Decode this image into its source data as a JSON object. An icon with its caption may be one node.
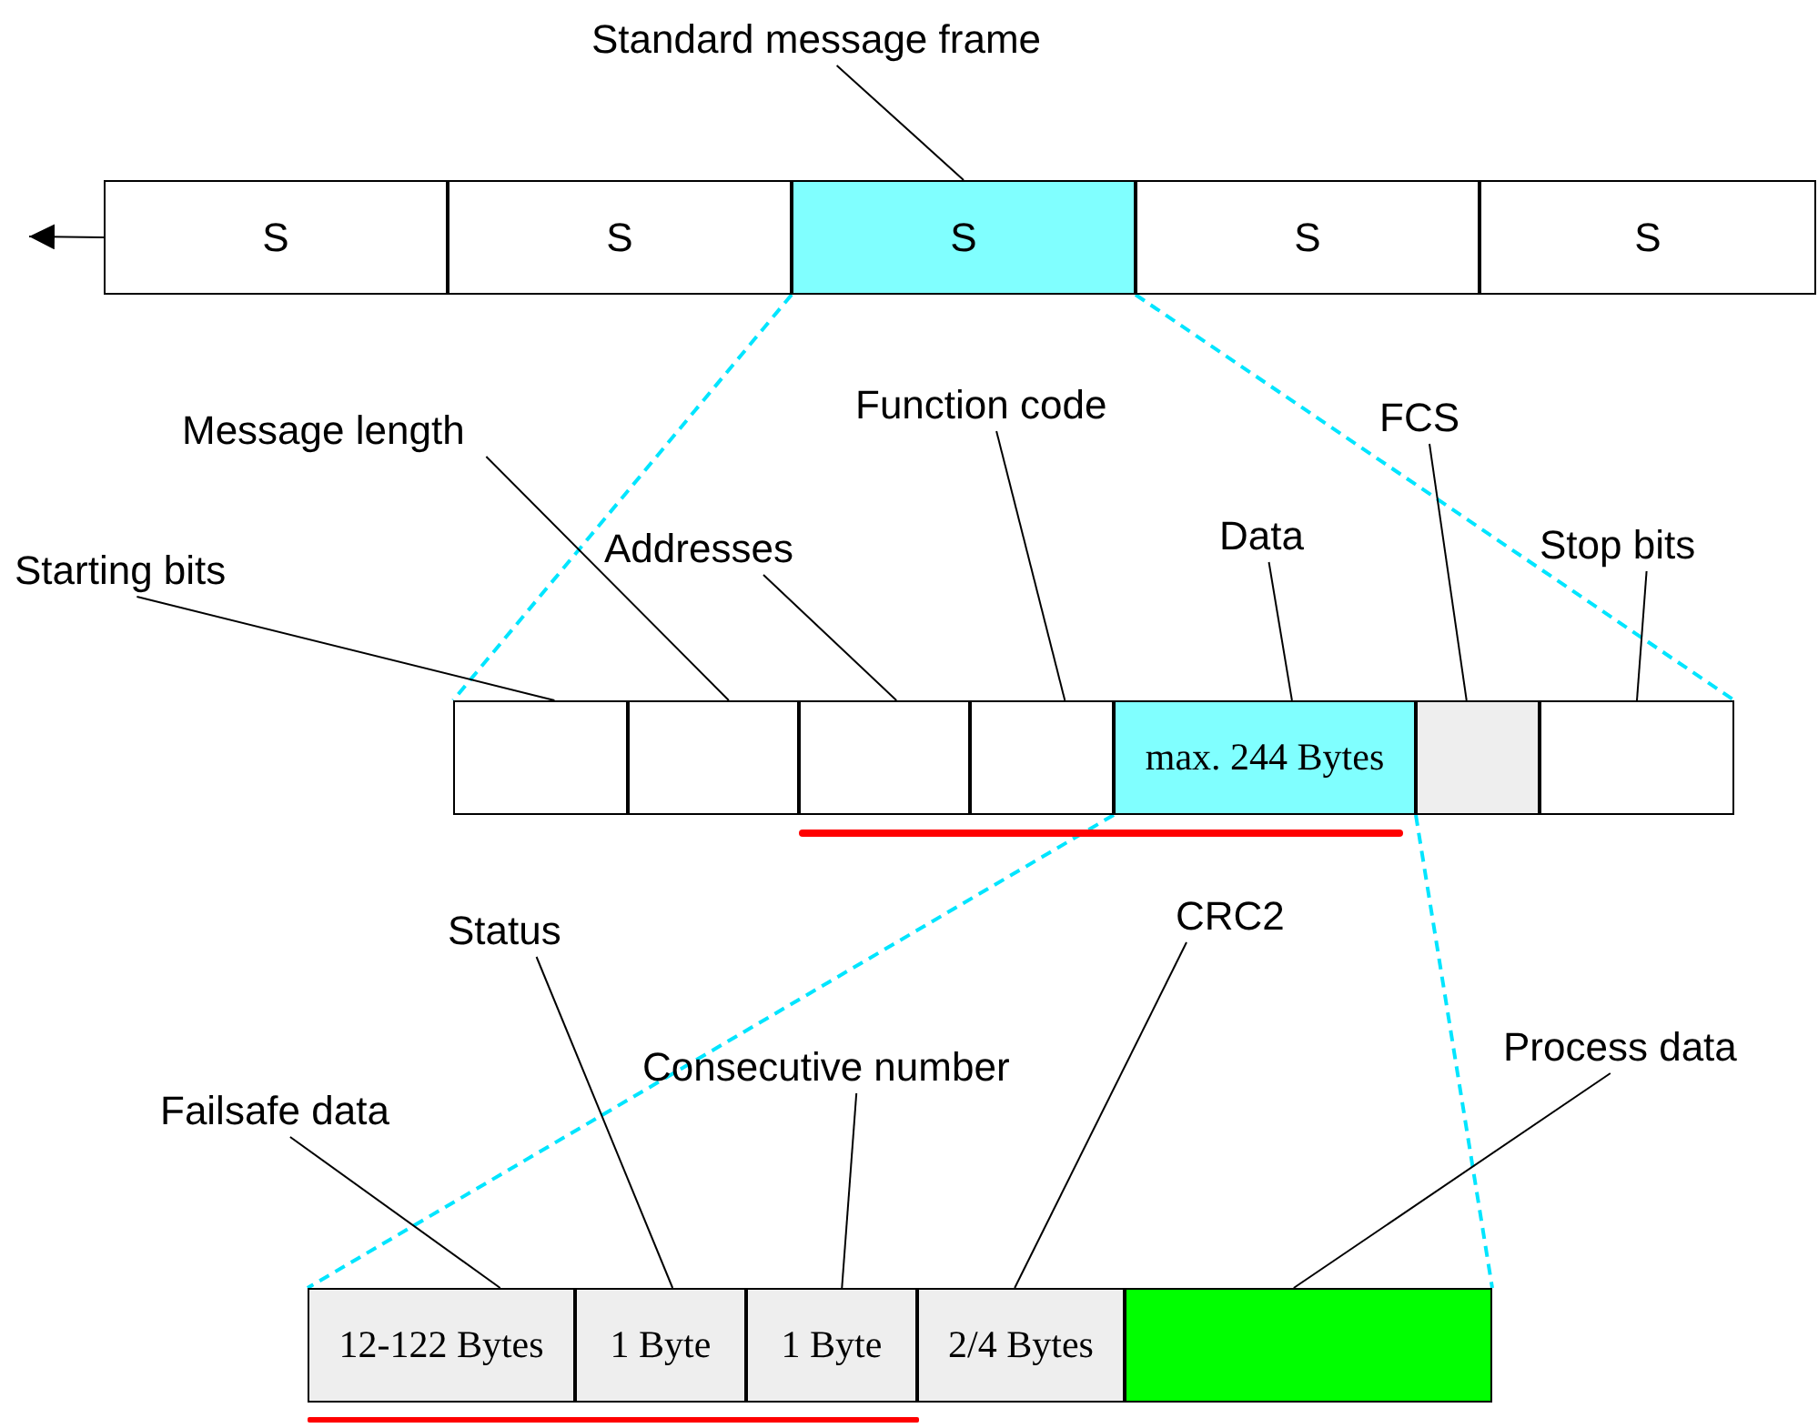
{
  "diagram": {
    "nodes": [
      {
        "text": [
          "Standard message frame"
        ]
      },
      {
        "text": [
          "S"
        ]
      },
      {
        "text": [
          "S"
        ]
      },
      {
        "text": [
          "S"
        ]
      },
      {
        "text": [
          "S"
        ]
      },
      {
        "text": [
          "S"
        ]
      },
      {
        "text": [
          "Message length"
        ]
      },
      {
        "text": [
          "Function code"
        ]
      },
      {
        "text": [
          "FCS"
        ]
      },
      {
        "text": [
          "Addresses"
        ]
      },
      {
        "text": [
          "Data"
        ]
      },
      {
        "text": [
          "Stop bits"
        ]
      },
      {
        "text": [
          "Starting bits"
        ]
      },
      {
        "text": [],
        "shape": "box"
      },
      {
        "text": [],
        "shape": "box"
      },
      {
        "text": [],
        "shape": "box"
      },
      {
        "text": [],
        "shape": "box"
      },
      {
        "text": [
          "max. 244 Bytes"
        ]
      },
      {
        "text": [],
        "shape": "box"
      },
      {
        "text": [],
        "shape": "box"
      },
      {
        "text": [
          "Status"
        ]
      },
      {
        "text": [
          "CRC2"
        ]
      },
      {
        "text": [
          "Consecutive number"
        ]
      },
      {
        "text": [
          "Process data"
        ]
      },
      {
        "text": [
          "Failsafe data"
        ]
      },
      {
        "text": [
          "12-122 Bytes"
        ]
      },
      {
        "text": [
          "1 Byte"
        ]
      },
      {
        "text": [
          "1 Byte"
        ]
      },
      {
        "text": [
          "2/4 Bytes"
        ]
      },
      {
        "text": [],
        "shape": "box"
      }
    ],
    "edges": [
      {
        "from": 0,
        "to": 3,
        "arrow": "none"
      },
      {
        "from": 1,
        "to": null,
        "arrow": "to"
      },
      {
        "from": 3,
        "to": 13,
        "arrow": "none",
        "style": "dashed",
        "color": "#00e5ff"
      },
      {
        "from": 3,
        "to": 19,
        "arrow": "none",
        "style": "dashed",
        "color": "#00e5ff"
      },
      {
        "from": 12,
        "to": 13,
        "arrow": "none"
      },
      {
        "from": 6,
        "to": 14,
        "arrow": "none"
      },
      {
        "from": 9,
        "to": 15,
        "arrow": "none"
      },
      {
        "from": 7,
        "to": 16,
        "arrow": "none"
      },
      {
        "from": 10,
        "to": 17,
        "arrow": "none"
      },
      {
        "from": 8,
        "to": 18,
        "arrow": "none"
      },
      {
        "from": 11,
        "to": 19,
        "arrow": "none"
      },
      {
        "from": 17,
        "to": 25,
        "arrow": "none",
        "style": "dashed",
        "color": "#00e5ff"
      },
      {
        "from": 17,
        "to": 29,
        "arrow": "none",
        "style": "dashed",
        "color": "#00e5ff"
      },
      {
        "from": 24,
        "to": 25,
        "arrow": "none"
      },
      {
        "from": 20,
        "to": 26,
        "arrow": "none"
      },
      {
        "from": 22,
        "to": 27,
        "arrow": "none"
      },
      {
        "from": 21,
        "to": 28,
        "arrow": "none"
      },
      {
        "from": 23,
        "to": 29,
        "arrow": "none"
      }
    ]
  }
}
